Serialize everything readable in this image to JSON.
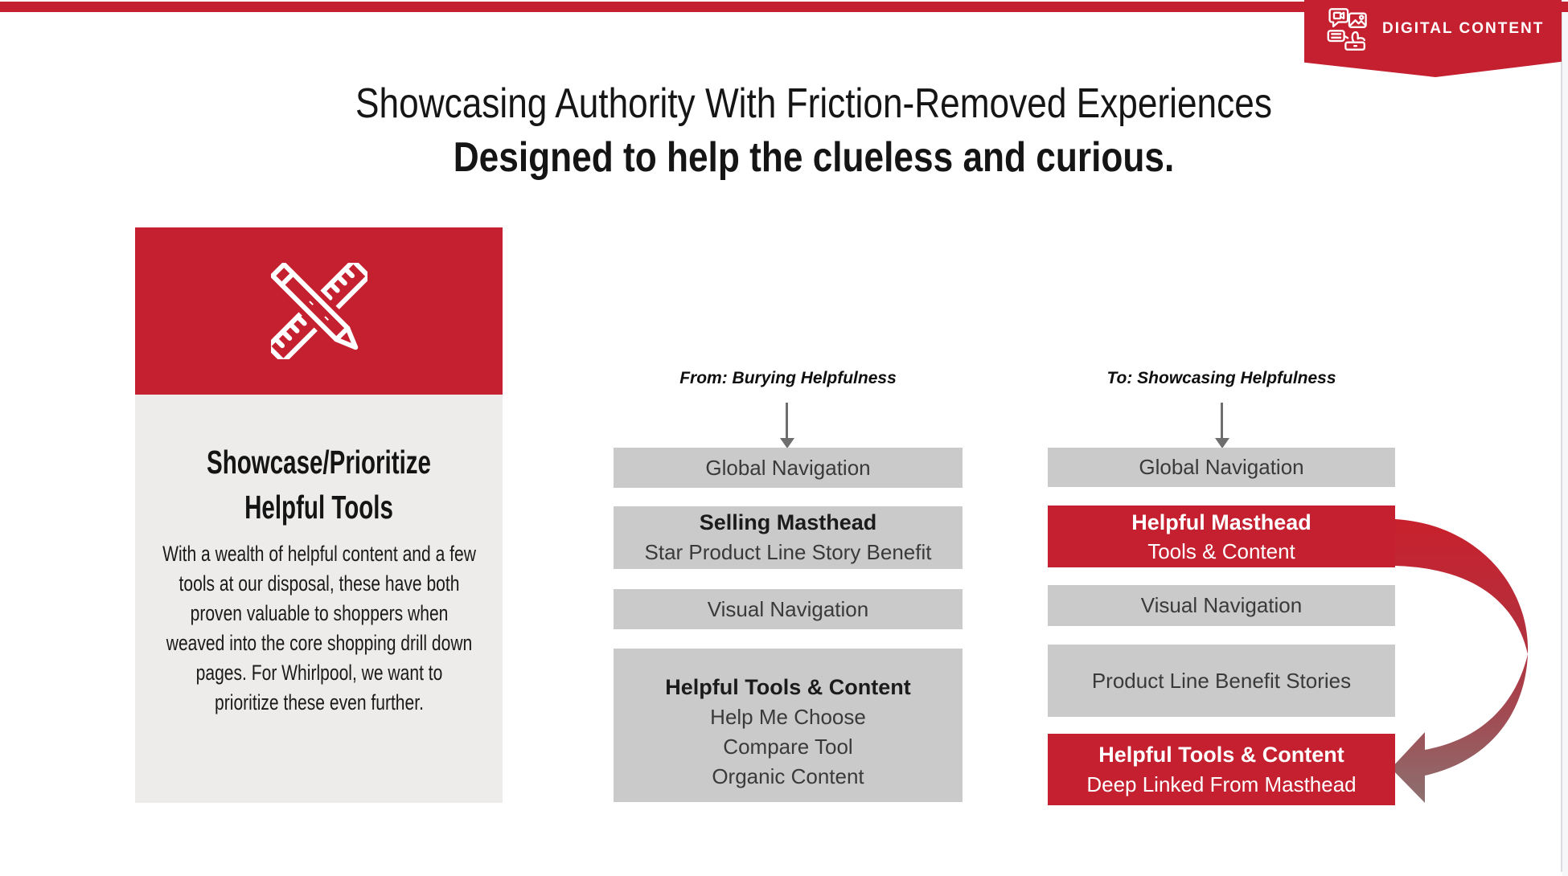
{
  "colors": {
    "brand_red": "#C4202F",
    "box_gray": "#CBCACA",
    "card_body_gray": "#EDECEA",
    "arrow_gray": "#6E6E6E",
    "curve_arrow_start": "#C9202C",
    "curve_arrow_end": "#8C7170",
    "slide_edge_line": "#DBDDE1"
  },
  "top_banner": {
    "label": "DIGITAL CONTENT",
    "icon": "digital-content-media-icon"
  },
  "heading": {
    "line1": "Showcasing Authority With Friction-Removed Experiences",
    "line2": "Designed to help the clueless and curious."
  },
  "card": {
    "icon": "ruler-pencil-icon",
    "title_line1": "Showcase/Prioritize",
    "title_line2": "Helpful Tools",
    "body": "With a wealth of helpful content and a few tools at our disposal, these have both proven valuable to shoppers when weaved into the core shopping drill down pages. For Whirlpool, we want to prioritize these even further."
  },
  "from_column": {
    "label": "From: Burying Helpfulness",
    "boxes": [
      {
        "lines": [
          "Global Navigation"
        ]
      },
      {
        "title": "Selling Masthead",
        "lines": [
          "Star Product Line Story Benefit"
        ]
      },
      {
        "lines": [
          "Visual Navigation"
        ]
      },
      {
        "title": "Helpful Tools & Content",
        "lines": [
          "Help Me Choose",
          "Compare Tool",
          "Organic Content"
        ]
      }
    ]
  },
  "to_column": {
    "label": "To: Showcasing Helpfulness",
    "boxes": [
      {
        "lines": [
          "Global Navigation"
        ]
      },
      {
        "title": "Helpful Masthead",
        "lines": [
          "Tools & Content"
        ],
        "style": "red"
      },
      {
        "lines": [
          "Visual Navigation"
        ]
      },
      {
        "lines": [
          "Product Line Benefit Stories"
        ]
      },
      {
        "title": "Helpful Tools & Content",
        "lines": [
          "Deep Linked From Masthead"
        ],
        "style": "red"
      }
    ]
  }
}
